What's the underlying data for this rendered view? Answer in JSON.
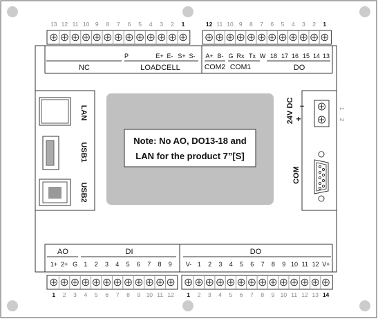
{
  "top_left_connector": {
    "pin_numbers": [
      "13",
      "12",
      "11",
      "10",
      "9",
      "8",
      "7",
      "6",
      "5",
      "4",
      "3",
      "2",
      "1"
    ],
    "bold_pins": [
      "1"
    ],
    "signals": [
      "P",
      "E+",
      "E-",
      "S+",
      "S-"
    ],
    "groups": [
      "NC",
      "LOADCELL"
    ]
  },
  "top_right_connector": {
    "pin_numbers": [
      "12",
      "11",
      "10",
      "9",
      "8",
      "7",
      "6",
      "5",
      "4",
      "3",
      "2",
      "1"
    ],
    "bold_pins": [
      "12",
      "1"
    ],
    "signals": [
      "A+",
      "B-",
      "G",
      "Rx",
      "Tx",
      "W",
      "18",
      "17",
      "16",
      "15",
      "14",
      "13"
    ],
    "groups": [
      "COM2",
      "COM1",
      "DO"
    ]
  },
  "left_ports": {
    "lan": "LAN",
    "usb1": "USB1",
    "usb2": "USB2"
  },
  "right_ports": {
    "power": "24V DC",
    "minus": "−",
    "plus": "+",
    "com": "COM",
    "terminal_labels": [
      "1",
      "2"
    ]
  },
  "note": {
    "line1": "Note: No AO, DO13-18 and",
    "line2": "LAN for the product 7”[S]"
  },
  "bottom_left_connector": {
    "groups": [
      "AO",
      "DI"
    ],
    "signals": [
      "1+",
      "2+",
      "G",
      "1",
      "2",
      "3",
      "4",
      "5",
      "6",
      "7",
      "8",
      "9"
    ],
    "pin_numbers": [
      "1",
      "2",
      "3",
      "4",
      "5",
      "6",
      "7",
      "8",
      "9",
      "10",
      "11",
      "12"
    ],
    "bold_pins": [
      "1"
    ]
  },
  "bottom_right_connector": {
    "groups": [
      "DO"
    ],
    "signals": [
      "V-",
      "1",
      "2",
      "3",
      "4",
      "5",
      "6",
      "7",
      "8",
      "9",
      "10",
      "11",
      "12",
      "V+"
    ],
    "pin_numbers": [
      "1",
      "2",
      "3",
      "4",
      "5",
      "6",
      "7",
      "8",
      "9",
      "10",
      "11",
      "12",
      "13",
      "14"
    ],
    "bold_pins": [
      "1",
      "14"
    ]
  }
}
